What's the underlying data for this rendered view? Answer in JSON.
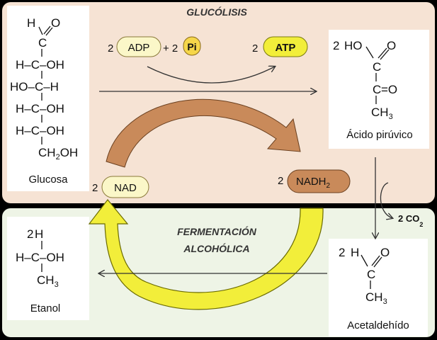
{
  "colors": {
    "top_panel": "#f6e3d4",
    "bottom_panel": "#eef4e6",
    "white_box": "#ffffff",
    "cycle_arrow": "#c98a5a",
    "nad_cycle_arrow": "#f2ee3a",
    "adp_pill": "#fbf7c8",
    "pi_pill": "#f5d64a",
    "atp_pill": "#f2ee3a",
    "nad_pill": "#fbf7c8",
    "nadh2_pill": "#c98a5a"
  },
  "titles": {
    "glycolysis": "GLUCÓLISIS",
    "fermentation_line1": "FERMENTACIÓN",
    "fermentation_line2": "ALCOHÓLICA"
  },
  "glucose": {
    "name": "Glucosa",
    "row1_h": "H",
    "row1_o": "O",
    "row2": "C",
    "row3": "H–C–OH",
    "row4": "HO–C–H",
    "row5": "H–C–OH",
    "row6": "H–C–OH",
    "row7": "CH",
    "row7_sub": "2",
    "row7_tail": "OH"
  },
  "energy": {
    "coef_adp": "2",
    "adp": "ADP",
    "plus": "+ 2",
    "pi": "Pi",
    "coef_atp": "2",
    "atp": "ATP"
  },
  "pyruvate": {
    "name": "Ácido pirúvico",
    "coef": "2",
    "ho": "HO",
    "o_top": "O",
    "c1": "C",
    "c2": "C",
    "o_side": "=O",
    "ch3": "CH",
    "ch3_sub": "3"
  },
  "cofactors": {
    "coef_nad": "2",
    "nad": "NAD",
    "coef_nadh2": "2",
    "nadh2": "NADH",
    "nadh2_sub": "2"
  },
  "co2": {
    "label": "2 CO",
    "sub": "2"
  },
  "acetaldehyde": {
    "name": "Acetaldehído",
    "coef": "2",
    "h": "H",
    "o": "O",
    "c": "C",
    "ch3": "CH",
    "ch3_sub": "3"
  },
  "ethanol": {
    "name": "Etanol",
    "coef": "2",
    "h": "H",
    "row": "H–C–OH",
    "ch3": "CH",
    "ch3_sub": "3"
  }
}
